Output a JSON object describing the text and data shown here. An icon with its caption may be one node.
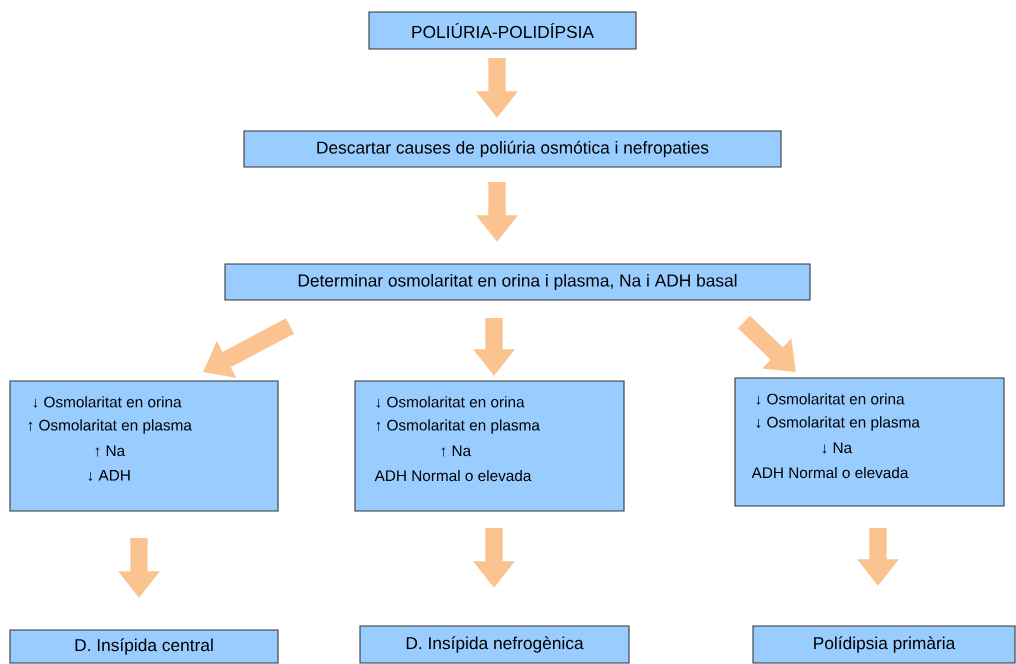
{
  "diagram": {
    "nodes": [
      {
        "text": [
          "POLIÚRIA-POLIDÍPSIA"
        ]
      },
      {
        "text": [
          "Descartar causes de poliúria osmótica i nefropaties"
        ]
      },
      {
        "text": [
          "Determinar osmolaritat en orina i plasma, Na i ADH basal"
        ]
      },
      {
        "text": [
          "↓ Osmolaritat en orina",
          "↑  Osmolaritat en plasma",
          "↑ Na",
          "↓  ADH"
        ]
      },
      {
        "text": [
          "↓ Osmolaritat en orina",
          "↑ Osmolaritat en plasma",
          "↑ Na",
          "ADH Normal  o elevada"
        ]
      },
      {
        "text": [
          "↓ Osmolaritat en orina",
          "↓ Osmolaritat en plasma",
          "↓  Na",
          "ADH Normal o elevada"
        ]
      },
      {
        "text": [
          "D. Insípida central"
        ]
      },
      {
        "text": [
          "D. Insípida nefrogènica"
        ]
      },
      {
        "text": [
          "Polídipsia primària"
        ]
      }
    ],
    "edges": [
      {
        "from": 0,
        "to": 1,
        "arrow": "to"
      },
      {
        "from": 1,
        "to": 2,
        "arrow": "to"
      },
      {
        "from": 2,
        "to": 3,
        "arrow": "to"
      },
      {
        "from": 2,
        "to": 4,
        "arrow": "to"
      },
      {
        "from": 2,
        "to": 5,
        "arrow": "to"
      },
      {
        "from": 3,
        "to": 6,
        "arrow": "to"
      },
      {
        "from": 4,
        "to": 7,
        "arrow": "to"
      },
      {
        "from": 5,
        "to": 8,
        "arrow": "to"
      }
    ]
  }
}
